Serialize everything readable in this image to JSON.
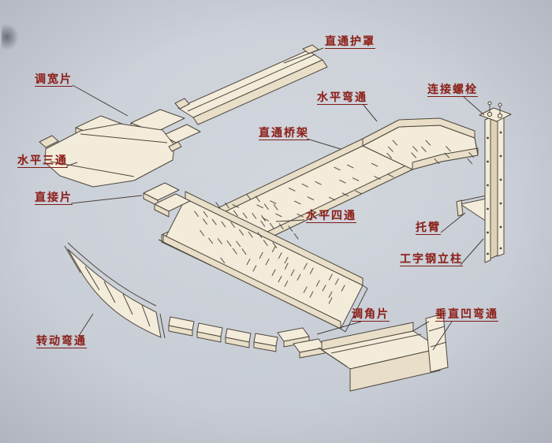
{
  "page": {
    "background_color": "#cbd0d8",
    "vignette_color": "#5a606e"
  },
  "diagram": {
    "line_color": "#4e473d",
    "part_fill": "#f3ecdb",
    "part_side_fill": "#e9dfc8",
    "hatch_color": "#4a443b",
    "label_color": "#8e211b",
    "labels": [
      {
        "id": "straight-cover",
        "text": "直通护罩"
      },
      {
        "id": "width-adjust-piece",
        "text": "调宽片"
      },
      {
        "id": "horizontal-bend",
        "text": "水平弯通"
      },
      {
        "id": "connecting-bolt",
        "text": "连接螺栓"
      },
      {
        "id": "straight-tray",
        "text": "直通桥架"
      },
      {
        "id": "horizontal-tee",
        "text": "水平三通"
      },
      {
        "id": "direct-piece",
        "text": "直接片"
      },
      {
        "id": "horizontal-cross",
        "text": "水平四通"
      },
      {
        "id": "support-arm",
        "text": "托臂"
      },
      {
        "id": "i-beam-column",
        "text": "工字钢立柱"
      },
      {
        "id": "angle-adjust-piece",
        "text": "调角片"
      },
      {
        "id": "vertical-concave-bend",
        "text": "垂直凹弯通"
      },
      {
        "id": "rotating-bend",
        "text": "转动弯通"
      }
    ]
  }
}
